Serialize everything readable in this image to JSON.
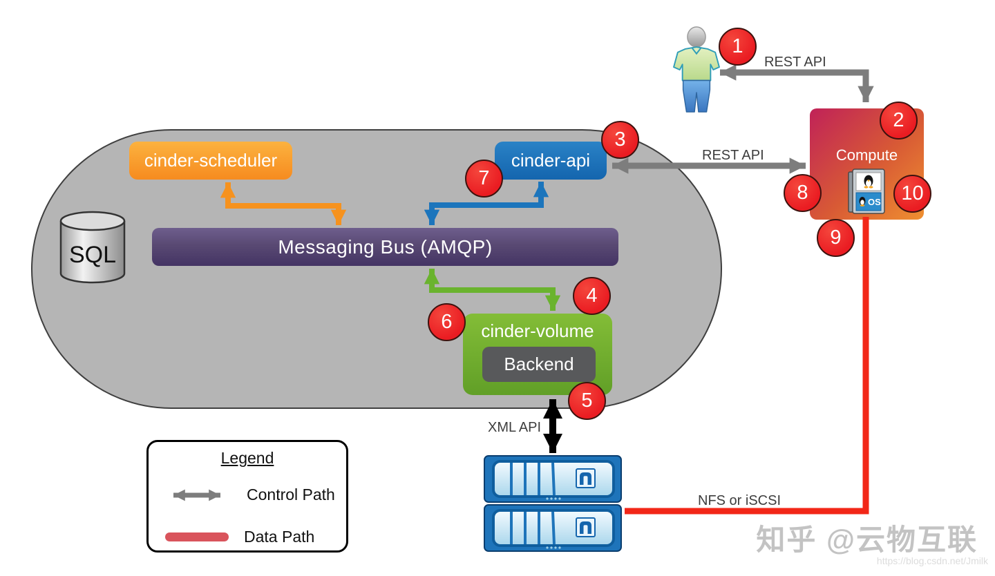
{
  "nodes": {
    "cinder_scheduler": "cinder-scheduler",
    "cinder_api": "cinder-api",
    "messaging_bus": "Messaging Bus (AMQP)",
    "cinder_volume": "cinder-volume",
    "backend": "Backend",
    "sql": "SQL",
    "compute": "Compute",
    "compute_os_label": "OS"
  },
  "edges": {
    "rest_api_user": "REST API",
    "rest_api_compute": "REST API",
    "xml_api": "XML API",
    "nfs_or_iscsi": "NFS or iSCSI"
  },
  "step_badges": [
    "1",
    "2",
    "3",
    "4",
    "5",
    "6",
    "7",
    "8",
    "9",
    "10"
  ],
  "legend": {
    "title": "Legend",
    "control_path": "Control Path",
    "data_path": "Data Path"
  },
  "watermark": {
    "brand": "知乎 @云物互联",
    "url": "https://blog.csdn.net/Jmilk"
  },
  "colors": {
    "control_path_gray": "#7d7d7d",
    "data_path_red": "#f22718",
    "badge_red": "#ea1c22",
    "scheduler_orange": "#f68b1f",
    "api_blue": "#1b75bb",
    "bus_purple": "#574672",
    "volume_green": "#6fae2e",
    "backend_gray": "#58595b",
    "stadium_gray": "#b5b5b5",
    "compute_gradient": [
      "#c02258",
      "#ef9030"
    ],
    "storage_blue": "#1e74ba"
  }
}
